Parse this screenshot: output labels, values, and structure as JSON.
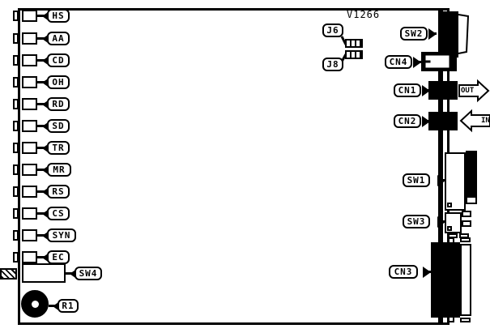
{
  "board": {
    "title": "V1266",
    "outline_color": "#000000",
    "background": "#ffffff"
  },
  "led_indicators": [
    {
      "label": "HS"
    },
    {
      "label": "AA"
    },
    {
      "label": "CD"
    },
    {
      "label": "OH"
    },
    {
      "label": "RD"
    },
    {
      "label": "SD"
    },
    {
      "label": "TR"
    },
    {
      "label": "MR"
    },
    {
      "label": "RS"
    },
    {
      "label": "CS"
    },
    {
      "label": "SYN"
    },
    {
      "label": "EC"
    }
  ],
  "components": {
    "sw1": "SW1",
    "sw2": "SW2",
    "sw3": "SW3",
    "sw4": "SW4",
    "cn1": "CN1",
    "cn2": "CN2",
    "cn3": "CN3",
    "cn4": "CN4",
    "r1": "R1",
    "j6": "J6",
    "j8": "J8"
  },
  "port_flags": {
    "out": "OUT",
    "in": "IN"
  }
}
